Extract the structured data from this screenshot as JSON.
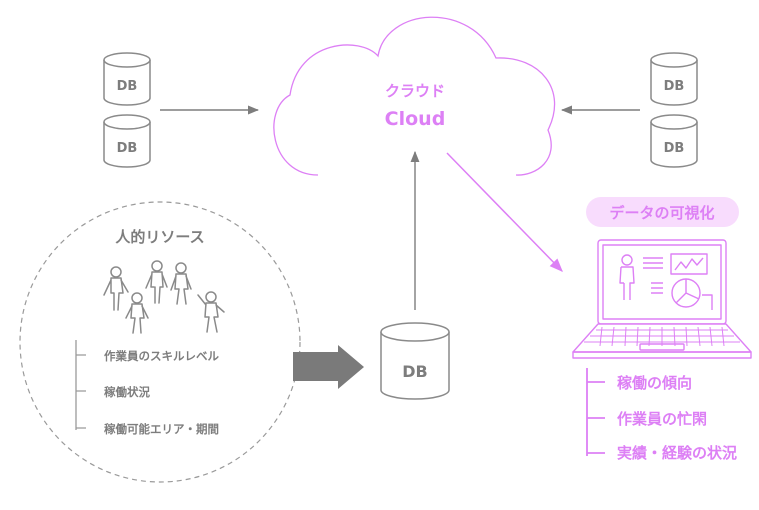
{
  "cloud": {
    "label_jp": "クラウド",
    "label_en": "Cloud"
  },
  "databases": {
    "top_left_upper": "DB",
    "top_left_lower": "DB",
    "top_right_upper": "DB",
    "top_right_lower": "DB",
    "center": "DB"
  },
  "resources": {
    "title": "人的リソース",
    "items": [
      "作業員のスキルレベル",
      "稼働状況",
      "稼働可能エリア・期間"
    ]
  },
  "visualization": {
    "badge": "データの可視化",
    "items": [
      "稼働の傾向",
      "作業員の忙閑",
      "実績・経験の状況"
    ]
  },
  "colors": {
    "gray": "#7d7d7d",
    "light_gray": "#b0b0b0",
    "purple": "#dd80f5",
    "badge_bg": "#f8dcfd"
  }
}
